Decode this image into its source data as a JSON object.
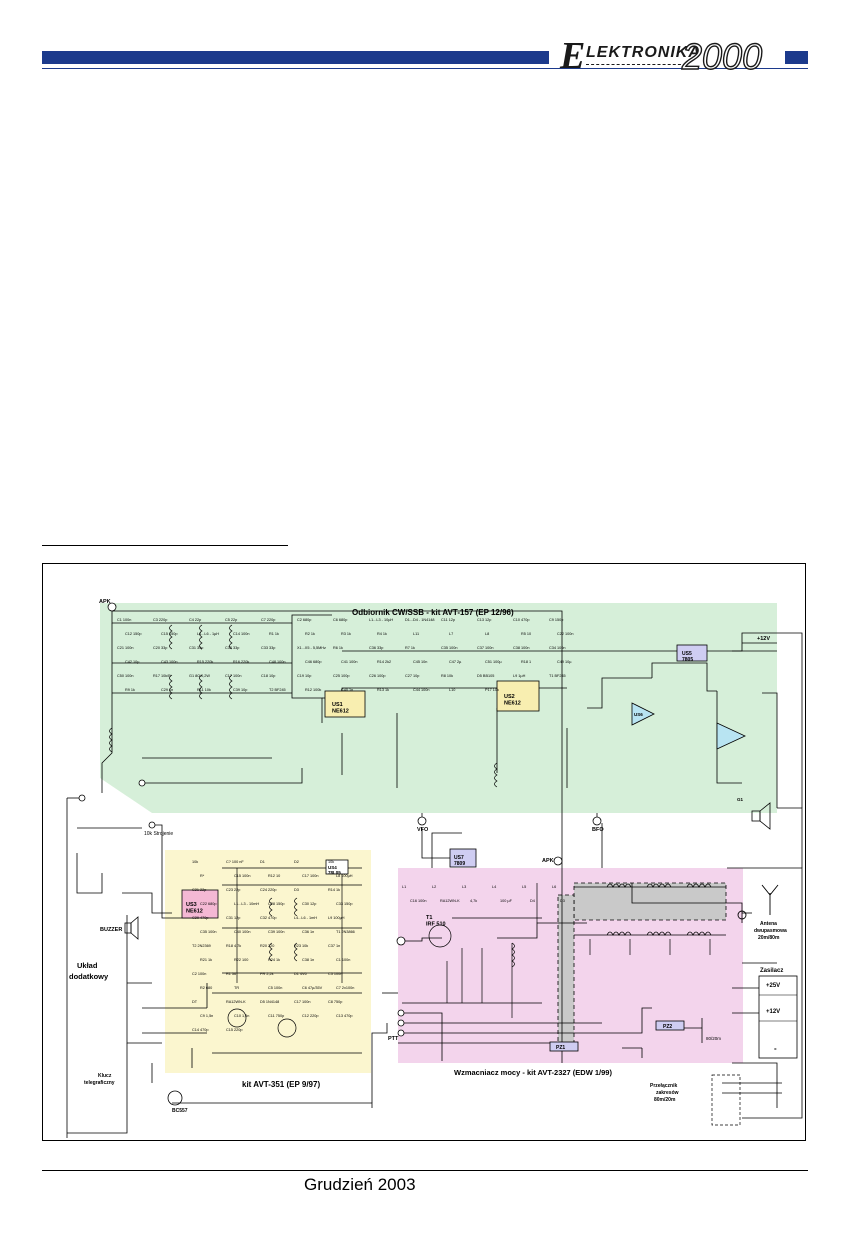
{
  "header": {
    "logo_initial": "E",
    "logo_word": "LEKTRONIKA",
    "logo_year": "2000"
  },
  "schematic": {
    "blocks": {
      "receiver": "Odbiornik CW/SSB - kit AVT-157 (EP 12/96)",
      "kit351": "kit AVT-351 (EP 9/97)",
      "amplifier": "Wzmacniacz mocy - kit AVT-2327 (EDW 1/99)"
    },
    "side_labels": {
      "uklad": "Układ",
      "dodatkowy": "dodatkowy",
      "buzzer": "BUZZER",
      "klucz1": "Klucz",
      "klucz2": "telegraficzny",
      "bc557": "BC557",
      "antena1": "Antena",
      "antena2": "dwupasmowa",
      "antena3": "20m/80m",
      "zasilacz": "Zasilacz",
      "przel1": "Przełącznik",
      "przel2": "zakresów",
      "przel3": "80m/20m",
      "przel_top": "80/20m",
      "strojenie": "10k Strojenie",
      "vfo": "VFO",
      "bfo": "BFO",
      "apk": "APK",
      "ptt": "PTT"
    },
    "ics": {
      "us1": "US1\nNE612",
      "us2": "US2\nNE612",
      "us3": "US3\nNE612",
      "us4": "US4\n78L05",
      "us5": "US5\n7805",
      "us6": "US6",
      "us7": "US7\n7809",
      "t1_irf": "T1\nIRF 510",
      "pz1": "PZ1",
      "pz2": "PZ2"
    },
    "rails": {
      "plus12": "+12V",
      "plus25": "+25V",
      "plus12s": "+12V",
      "minus": "-"
    },
    "component_labels": [
      "C1 100n",
      "C3 220p",
      "C4 22p",
      "C5 22p",
      "C7 220p",
      "C2 680p",
      "C6 680p",
      "L1...L3 - 10µH",
      "D1...D4 - 1N4148",
      "C11 12p",
      "C13 12p",
      "C10 470p",
      "C9 150p",
      "C12 150p",
      "C15 150p",
      "L4...L6 - 1µH",
      "C14 100n",
      "R1 1k",
      "R2 1k",
      "R3 1k",
      "R4 1k",
      "L11",
      "L7",
      "L8",
      "R5 10",
      "C22 100n",
      "C21 100n",
      "C20 33p",
      "C31 33p",
      "C32 33p",
      "C33 33p",
      "X1...X5 - 5,5MHz",
      "R6 1k",
      "C36 33p",
      "R7 1k",
      "C35 100n",
      "C37 100n",
      "C38 100n",
      "C34 100n",
      "C42 10µ",
      "C43 100n",
      "R15 220k",
      "R16 220k",
      "C48 100n",
      "C46 680p",
      "C41 100n",
      "R14 2k2",
      "C45 10n",
      "C47 2µ",
      "C51 100µ",
      "R18 1",
      "C49 10µ",
      "C50 100n",
      "R17 10k/B",
      "G1 8Ω/0,2W",
      "C17 100n",
      "C18 10p",
      "C19 10p",
      "C25 100p",
      "C26 100p",
      "C27 10p",
      "R8 10k",
      "D5 BB105",
      "L9 1µH",
      "T1 BF245",
      "R9 1k",
      "C29 1n",
      "R11 10k",
      "C39 10p",
      "T2 BF245",
      "R12 100k",
      "C40 1n",
      "R13 1k",
      "C44 100n",
      "L10",
      "P17 10k",
      "10k",
      "C? 100 nF",
      "D1",
      "D2",
      "10k",
      "R*",
      "C15 100n",
      "R12 10",
      "C17 100n",
      "L8 100µH",
      "C21 22p",
      "C23 22p",
      "C24 220p",
      "D3",
      "R14 1k",
      "C22 680p",
      "L1...L3 - 10mH",
      "C28 150p",
      "C30 12p",
      "C33 150p",
      "C29 470p",
      "C31 12p",
      "C32 470p",
      "L4...L6 - 1mH",
      "L9 100µH",
      "C35 100n",
      "C40 100n",
      "C39 100n",
      "C36 1n",
      "T1 2N3866",
      "T2 2N2369",
      "R18 4,7k",
      "R20 220",
      "R23 10k",
      "C37 1n",
      "R21 1k",
      "R22 100",
      "R24 1k",
      "C38 1n",
      "C1 100n",
      "C2 100n",
      "R1 56",
      "PR 2,2k",
      "D1 4V6",
      "C3 100n",
      "R2 680",
      "TR",
      "C5 100n",
      "C6 47µ/35V",
      "C7 2x100n",
      "DT",
      "RA12WN-K",
      "D5 1N4148",
      "C17 100n",
      "C8 750p",
      "C9 1,5n",
      "C10 1,5n",
      "C11 750p",
      "C12 220p",
      "C13 470p",
      "C14 470p",
      "C15 220p",
      "L1",
      "L2",
      "L3",
      "L4",
      "L5",
      "L6",
      "C16 100n",
      "RA12WN-K",
      "4,7k",
      "100 µF",
      "D4",
      "D3"
    ]
  },
  "footer": {
    "issue": "Grudzień 2003"
  }
}
